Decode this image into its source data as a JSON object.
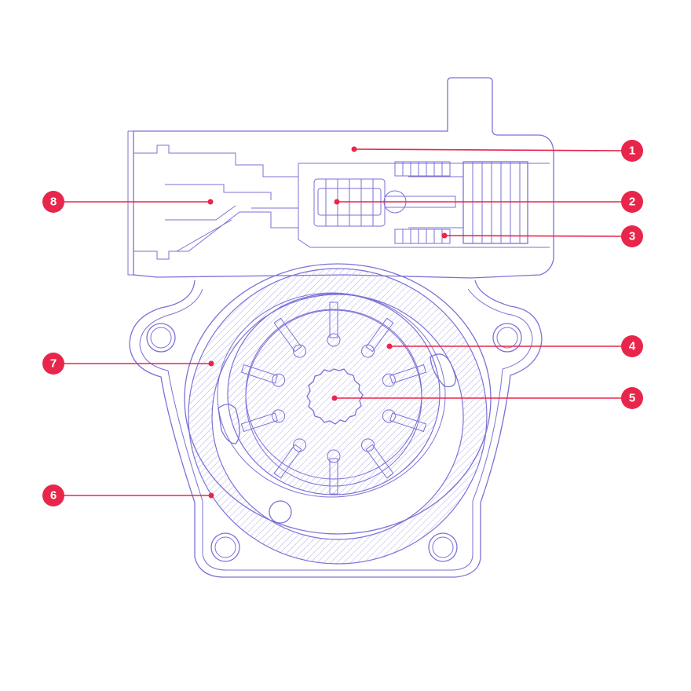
{
  "colors": {
    "drawing_line": "#7b72d6",
    "callout": "#e8264b",
    "background": "#ffffff",
    "callout_text": "#ffffff"
  },
  "callouts": [
    {
      "id": "1",
      "label": "1"
    },
    {
      "id": "2",
      "label": "2"
    },
    {
      "id": "3",
      "label": "3"
    },
    {
      "id": "4",
      "label": "4"
    },
    {
      "id": "5",
      "label": "5"
    },
    {
      "id": "6",
      "label": "6"
    },
    {
      "id": "7",
      "label": "7"
    },
    {
      "id": "8",
      "label": "8"
    }
  ]
}
